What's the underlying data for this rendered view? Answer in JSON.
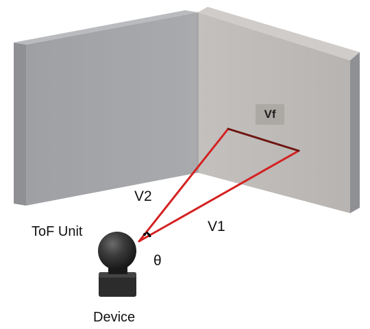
{
  "labels": {
    "vf": "Vf",
    "v1": "V1",
    "v2": "V2",
    "theta": "θ",
    "tof_unit": "ToF Unit",
    "device": "Device"
  },
  "colors": {
    "left_wall": "#a3a5a8",
    "right_wall": "#bdbab7",
    "wall_edge": "#8e9094",
    "ray": "#d42020",
    "vf_segment": "#6e1410",
    "device": "#3a3a3a",
    "label_box": "#aca9a5"
  }
}
